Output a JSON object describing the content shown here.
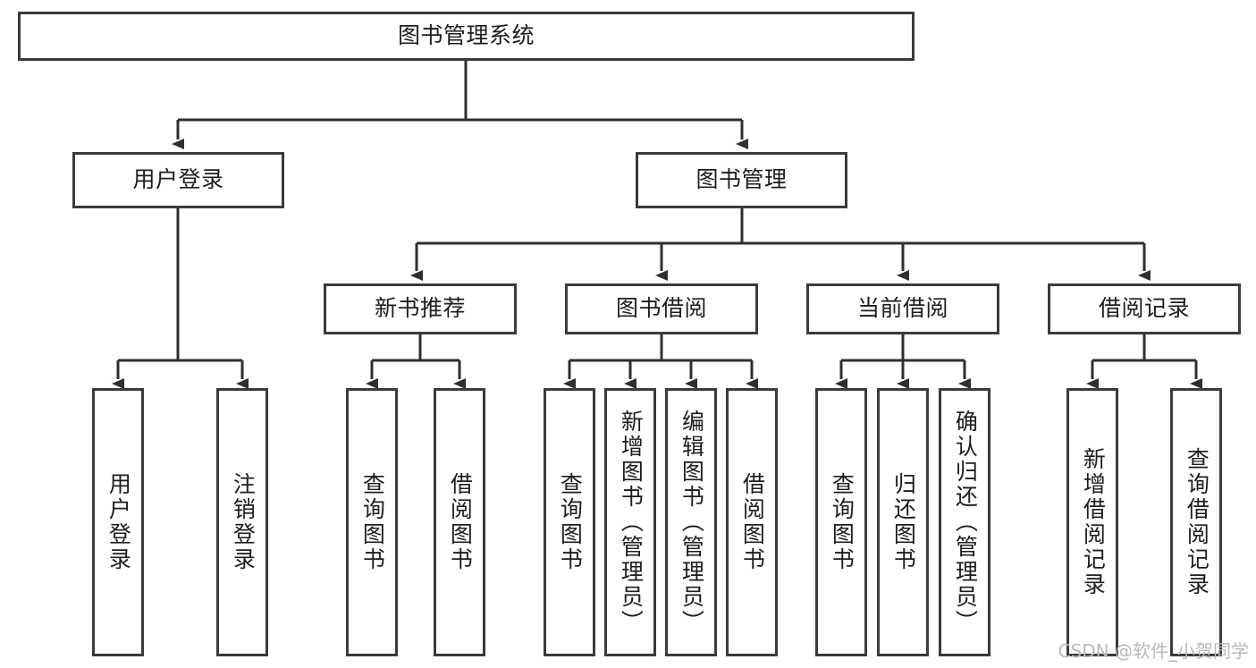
{
  "diagram": {
    "title": "图书管理系统",
    "type": "tree-hierarchy-diagram",
    "watermark": "CSDN @软件_小贺同学",
    "colors": {
      "stroke": "#3b3b3b",
      "fill": "#ffffff",
      "text": "#1d1d1d",
      "watermark": "#b9b9b9"
    },
    "nodes": {
      "root": {
        "label": "图书管理系统"
      },
      "level1": [
        {
          "id": "user-login",
          "label": "用户登录"
        },
        {
          "id": "book-management",
          "label": "图书管理"
        }
      ],
      "level2": [
        {
          "id": "new-book-recommend",
          "label": "新书推荐"
        },
        {
          "id": "book-borrow",
          "label": "图书借阅"
        },
        {
          "id": "current-borrow",
          "label": "当前借阅"
        },
        {
          "id": "borrow-record",
          "label": "借阅记录"
        }
      ],
      "leaves": {
        "user-login": [
          {
            "id": "leaf-user-login",
            "label": "用户登录"
          },
          {
            "id": "leaf-user-logout",
            "label": "注销登录"
          }
        ],
        "new-book-recommend": [
          {
            "id": "leaf-query-book-1",
            "label": "查询图书"
          },
          {
            "id": "leaf-borrow-book-1",
            "label": "借阅图书"
          }
        ],
        "book-borrow": [
          {
            "id": "leaf-query-book-2",
            "label": "查询图书"
          },
          {
            "id": "leaf-add-book",
            "label": "新增图书（管理员）"
          },
          {
            "id": "leaf-edit-book",
            "label": "编辑图书（管理员）"
          },
          {
            "id": "leaf-borrow-book-2",
            "label": "借阅图书"
          }
        ],
        "current-borrow": [
          {
            "id": "leaf-query-book-3",
            "label": "查询图书"
          },
          {
            "id": "leaf-return-book",
            "label": "归还图书"
          },
          {
            "id": "leaf-confirm-return",
            "label": "确认归还（管理员）"
          }
        ],
        "borrow-record": [
          {
            "id": "leaf-add-record",
            "label": "新增借阅记录"
          },
          {
            "id": "leaf-query-record",
            "label": "查询借阅记录"
          }
        ]
      }
    }
  }
}
